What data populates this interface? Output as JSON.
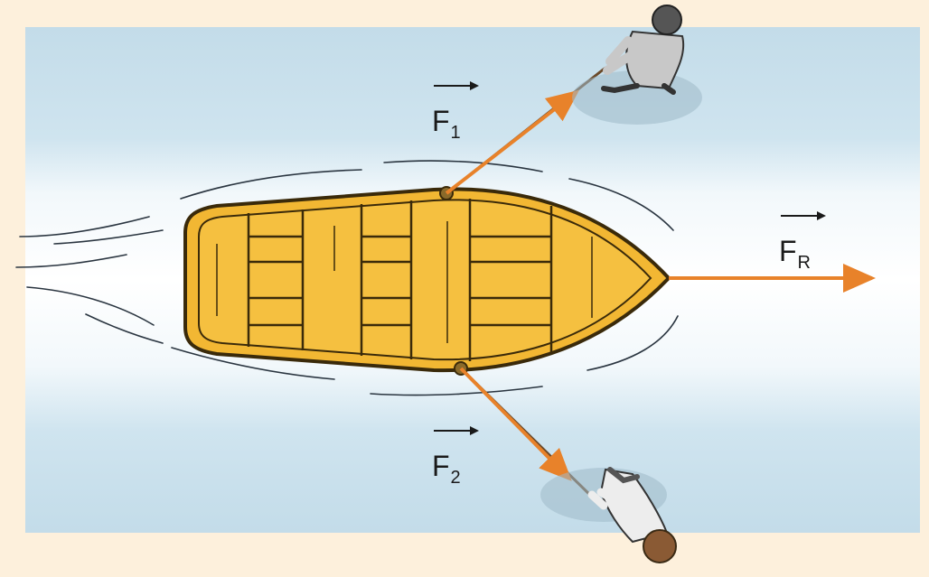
{
  "forces": {
    "f1": {
      "symbol": "F",
      "subscript": "1",
      "color": "#e8822a"
    },
    "f2": {
      "symbol": "F",
      "subscript": "2",
      "color": "#e8822a"
    },
    "fr": {
      "symbol": "F",
      "subscript": "R",
      "color": "#e8822a"
    }
  },
  "colors": {
    "background": "#fdf0dc",
    "water": "#c9e2ee",
    "boat_hull": "#f2b733",
    "boat_outline": "#3a2a0a",
    "arrow": "#e8822a"
  }
}
